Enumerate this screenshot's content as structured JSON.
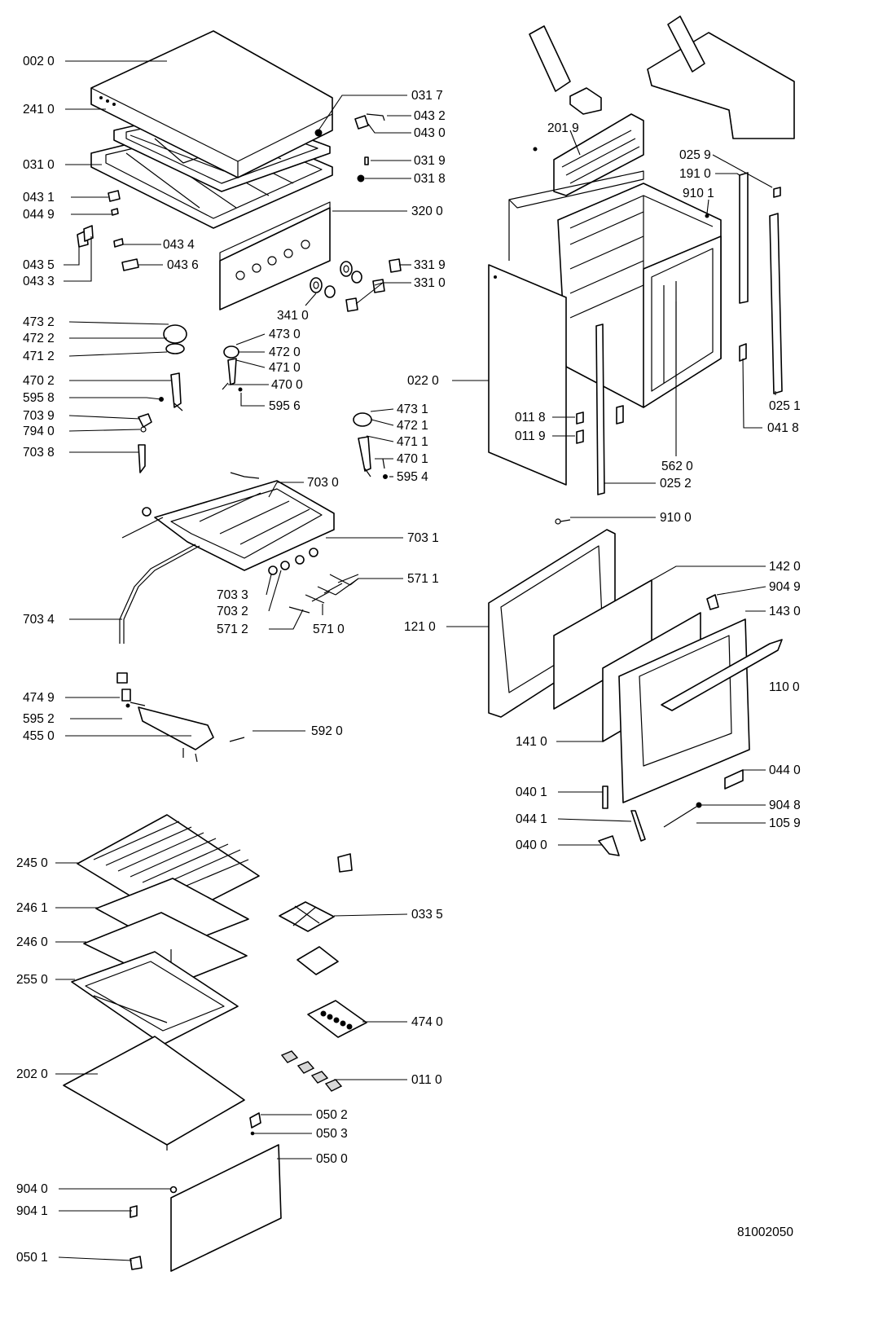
{
  "drawing_number": "81002050",
  "labels": {
    "l0020": "002 0",
    "l2410": "241 0",
    "l0310": "031 0",
    "l0431": "043 1",
    "l0449": "044 9",
    "l0435": "043 5",
    "l0433": "043 3",
    "l0434": "043 4",
    "l0436": "043 6",
    "l0317": "031 7",
    "l0432": "043 2",
    "l0430": "043 0",
    "l0319": "031 9",
    "l0318": "031 8",
    "l3200": "320 0",
    "l3319": "331 9",
    "l3310": "331 0",
    "l3410": "341 0",
    "l4732": "473 2",
    "l4722": "472 2",
    "l4712": "471 2",
    "l4730": "473 0",
    "l4720": "472 0",
    "l4710": "471 0",
    "l4702": "470 2",
    "l4700": "470 0",
    "l5958": "595 8",
    "l5956": "595 6",
    "l7039": "703 9",
    "l7940": "794 0",
    "l7038": "703 8",
    "l4731": "473 1",
    "l4721": "472 1",
    "l4711": "471 1",
    "l4701": "470 1",
    "l5954": "595 4",
    "l7030": "703 0",
    "l7031": "703 1",
    "l5711": "571 1",
    "l7033": "703 3",
    "l7032": "703 2",
    "l5712": "571 2",
    "l5710": "571 0",
    "l7034": "703 4",
    "l4749": "474 9",
    "l5952": "595 2",
    "l4550": "455 0",
    "l5920": "592 0",
    "l2019": "201 9",
    "l0259": "025 9",
    "l1910": "191 0",
    "l9101": "910 1",
    "l0251": "025 1",
    "l0418": "041 8",
    "l0220": "022 0",
    "l0118": "011 8",
    "l0119": "011 9",
    "l5620": "562 0",
    "l0252": "025 2",
    "l9100": "910 0",
    "l1420": "142 0",
    "l9049": "904 9",
    "l1430": "143 0",
    "l1210": "121 0",
    "l1100": "110 0",
    "l1410": "141 0",
    "l0440": "044 0",
    "l0401": "040 1",
    "l9048": "904 8",
    "l0441": "044 1",
    "l1059": "105 9",
    "l0400": "040 0",
    "l2450": "245 0",
    "l2461": "246 1",
    "l2460": "246 0",
    "l2550": "255 0",
    "l2020": "202 0",
    "l0335": "033 5",
    "l4740": "474 0",
    "l0110": "011 0",
    "l0502": "050 2",
    "l0503": "050 3",
    "l0500": "050 0",
    "l9040": "904 0",
    "l9041": "904 1",
    "l0501": "050 1"
  }
}
